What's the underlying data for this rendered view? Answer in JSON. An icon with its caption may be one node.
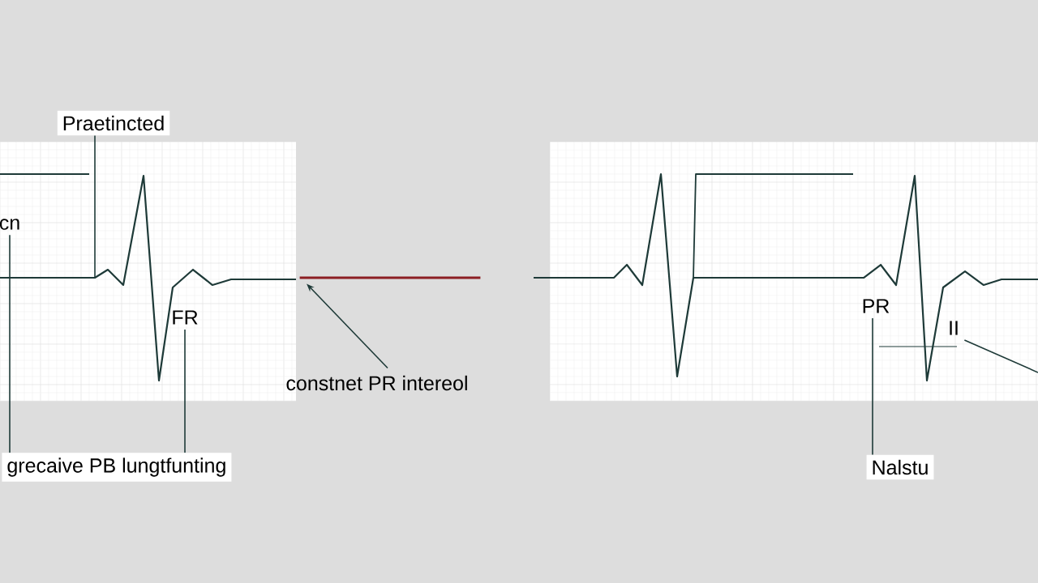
{
  "diagram": {
    "nodes": [
      {
        "text": [
          "Praetincted"
        ]
      },
      {
        "text": [
          "cn"
        ]
      },
      {
        "text": [
          "FR"
        ]
      },
      {
        "text": [
          "grecaive PB lungtfunting"
        ]
      },
      {
        "text": [
          "constnet PR intereol"
        ]
      },
      {
        "text": [
          "PR"
        ]
      },
      {
        "text": [
          "II"
        ]
      },
      {
        "text": [
          "Nalstu"
        ]
      },
      {
        "text": [],
        "shape": "line"
      }
    ],
    "edges": [
      {
        "from": 0,
        "to": null,
        "arrow": "none"
      },
      {
        "from": 1,
        "to": 3,
        "arrow": "none"
      },
      {
        "from": 2,
        "to": 3,
        "arrow": "none"
      },
      {
        "from": 4,
        "to": 8,
        "arrow": "to"
      },
      {
        "from": 5,
        "to": 7,
        "arrow": "none"
      },
      {
        "from": 6,
        "to": null,
        "arrow": "none"
      }
    ]
  }
}
